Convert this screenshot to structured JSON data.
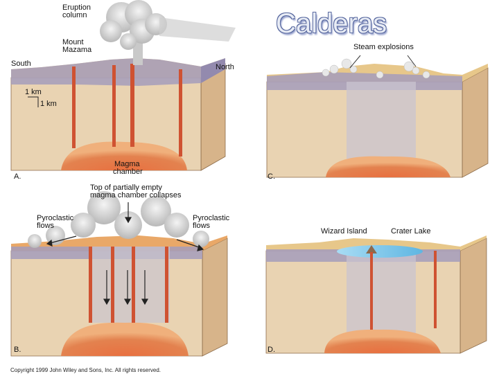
{
  "title": "Calderas",
  "copyright": "Copyright 1999 John Wiley and Sons, Inc. All rights reserved.",
  "panels": {
    "a": {
      "letter": "A.",
      "eruption_column_line1": "Eruption",
      "eruption_column_line2": "column",
      "mount_line1": "Mount",
      "mount_line2": "Mazama",
      "south": "South",
      "north": "North",
      "scale_h": "1 km",
      "scale_v": "1 km",
      "magma_line1": "Magma",
      "magma_line2": "chamber"
    },
    "b": {
      "letter": "B.",
      "collapse_line1": "Top of partially empty",
      "collapse_line2": "magma chamber collapses",
      "pyro_left_line1": "Pyroclastic",
      "pyro_left_line2": "flows",
      "pyro_right_line1": "Pyroclastic",
      "pyro_right_line2": "flows"
    },
    "c": {
      "letter": "C.",
      "steam": "Steam explosions"
    },
    "d": {
      "letter": "D.",
      "wizard": "Wizard Island",
      "crater": "Crater Lake"
    }
  },
  "colors": {
    "block_front": "#e8d2b0",
    "block_side": "#d9b990",
    "surface_tan": "#e9c98c",
    "purple_band": "#a49cb8",
    "magma": "#e0683a",
    "conduit": "#cf5030",
    "lake": "#79c4ea",
    "cloud": "#d8d8d8"
  }
}
